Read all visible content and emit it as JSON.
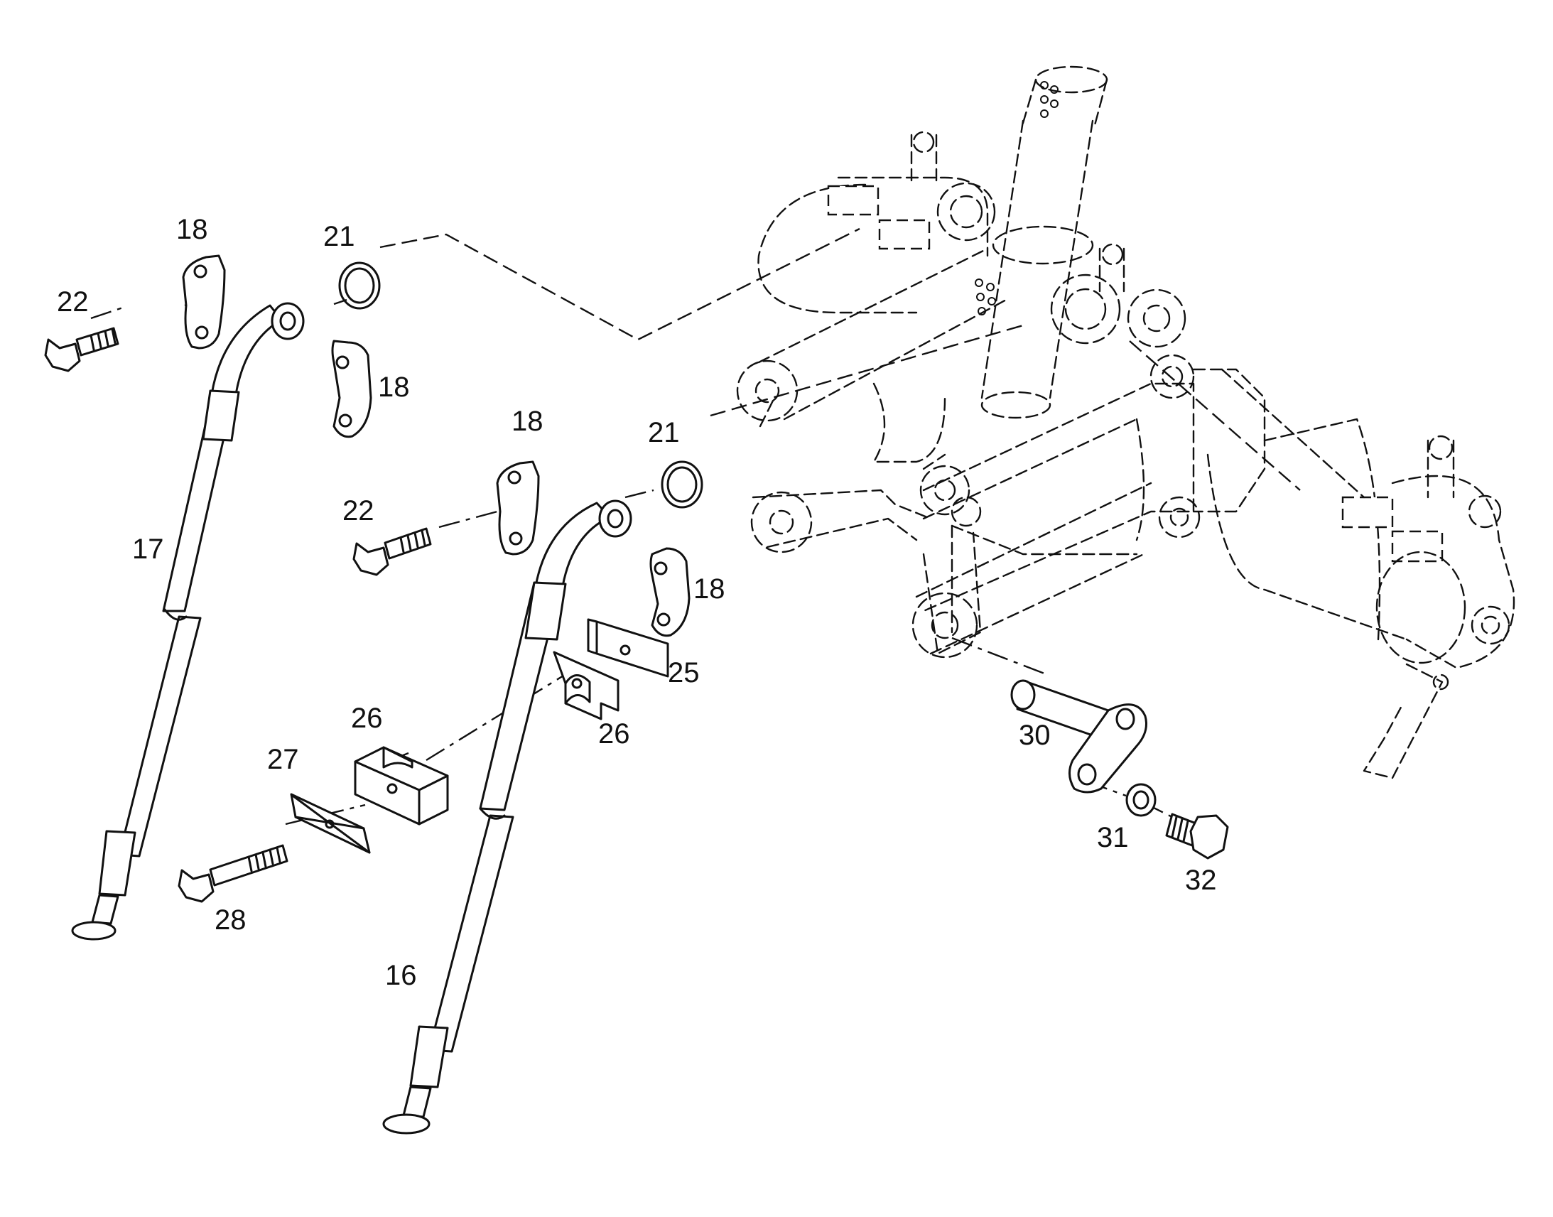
{
  "callouts": [
    {
      "id": "c18a",
      "text": "18"
    },
    {
      "id": "c21a",
      "text": "21"
    },
    {
      "id": "c22a",
      "text": "22"
    },
    {
      "id": "c18b",
      "text": "18"
    },
    {
      "id": "c18c",
      "text": "18"
    },
    {
      "id": "c21b",
      "text": "21"
    },
    {
      "id": "c22b",
      "text": "22"
    },
    {
      "id": "c17",
      "text": "17"
    },
    {
      "id": "c18d",
      "text": "18"
    },
    {
      "id": "c25",
      "text": "25"
    },
    {
      "id": "c26a",
      "text": "26"
    },
    {
      "id": "c26b",
      "text": "26"
    },
    {
      "id": "c27",
      "text": "27"
    },
    {
      "id": "c28",
      "text": "28"
    },
    {
      "id": "c16",
      "text": "16"
    },
    {
      "id": "c30",
      "text": "30"
    },
    {
      "id": "c31",
      "text": "31"
    },
    {
      "id": "c32",
      "text": "32"
    }
  ]
}
